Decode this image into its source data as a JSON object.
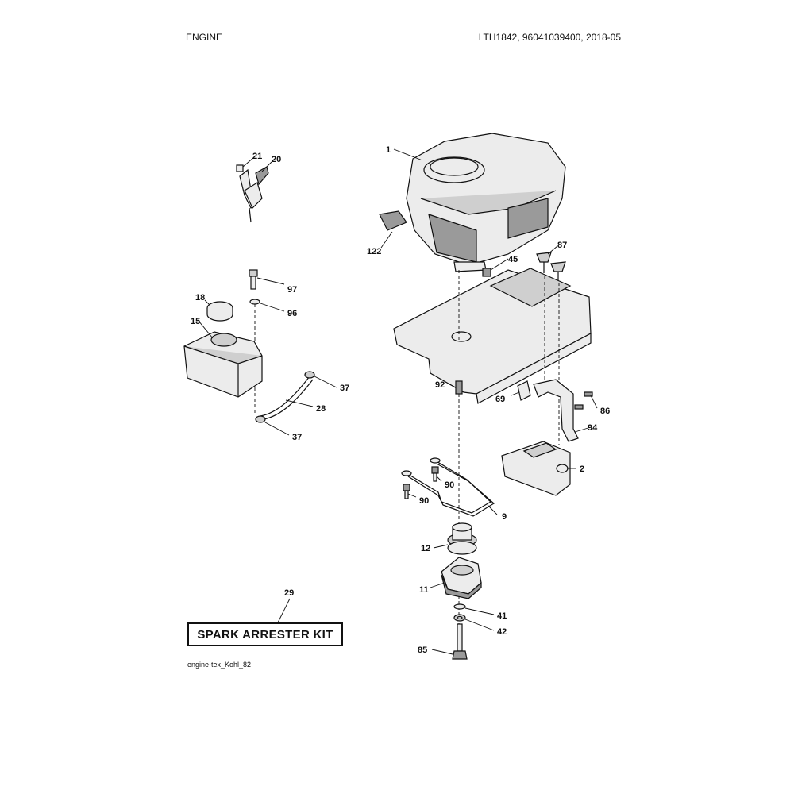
{
  "header": {
    "section": "ENGINE",
    "model_info": "LTH1842, 96041039400, 2018-05"
  },
  "callouts": {
    "c1": "1",
    "c2": "2",
    "c9": "9",
    "c11": "11",
    "c12": "12",
    "c15": "15",
    "c18": "18",
    "c20": "20",
    "c21": "21",
    "c28": "28",
    "c29": "29",
    "c37a": "37",
    "c37b": "37",
    "c41": "41",
    "c42": "42",
    "c45": "45",
    "c69": "69",
    "c85": "85",
    "c86": "86",
    "c87": "87",
    "c90a": "90",
    "c90b": "90",
    "c92": "92",
    "c94": "94",
    "c96": "96",
    "c97": "97",
    "c122": "122"
  },
  "kit_label": "SPARK ARRESTER KIT",
  "footer_note": "engine-tex_Kohl_82"
}
